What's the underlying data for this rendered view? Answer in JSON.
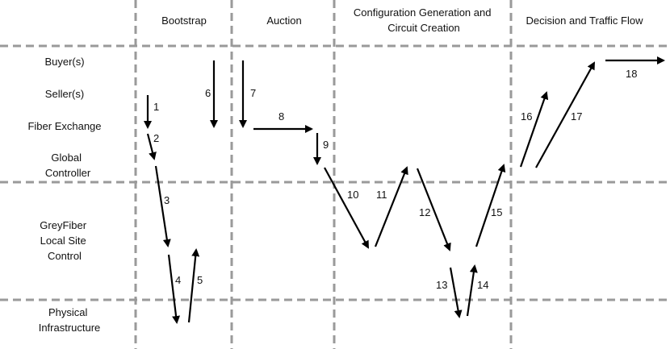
{
  "phases": [
    {
      "id": "bootstrap",
      "label_lines": [
        "Bootstrap"
      ]
    },
    {
      "id": "auction",
      "label_lines": [
        "Auction"
      ]
    },
    {
      "id": "config",
      "label_lines": [
        "Configuration Generation and",
        "Circuit Creation"
      ]
    },
    {
      "id": "decision",
      "label_lines": [
        "Decision and Traffic Flow"
      ]
    }
  ],
  "rows": [
    {
      "id": "buyers",
      "label_lines": [
        "Buyer(s)"
      ]
    },
    {
      "id": "sellers",
      "label_lines": [
        "Seller(s)"
      ]
    },
    {
      "id": "fiber-exchange",
      "label_lines": [
        "Fiber Exchange"
      ]
    },
    {
      "id": "global-controller",
      "label_lines": [
        "Global",
        "Controller"
      ]
    },
    {
      "id": "local-site-control",
      "label_lines": [
        "GreyFiber",
        "Local Site",
        "Control"
      ]
    },
    {
      "id": "physical-infrastructure",
      "label_lines": [
        "Physical",
        "Infrastructure"
      ]
    }
  ],
  "steps": [
    "1",
    "2",
    "3",
    "4",
    "5",
    "6",
    "7",
    "8",
    "9",
    "10",
    "11",
    "12",
    "13",
    "14",
    "15",
    "16",
    "17",
    "18"
  ]
}
